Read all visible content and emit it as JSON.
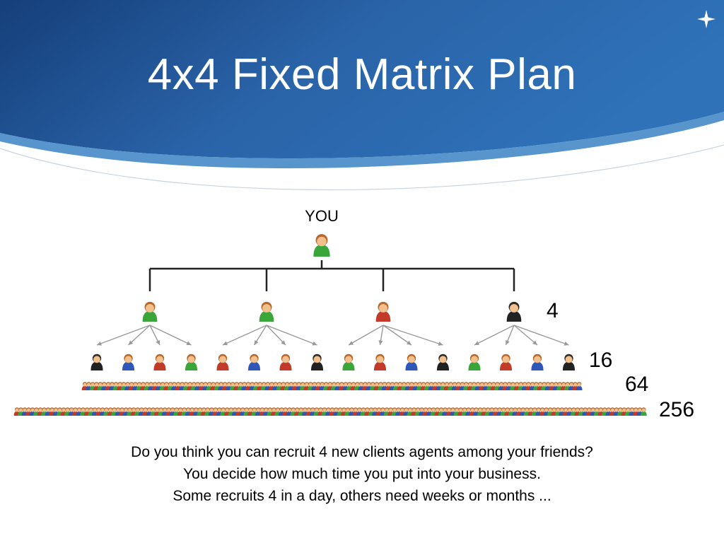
{
  "slide": {
    "title": "4x4 Fixed Matrix Plan"
  },
  "diagram": {
    "root_label": "YOU",
    "level_counts": [
      "4",
      "16",
      "64",
      "256"
    ],
    "colors": {
      "green": "#3aa63a",
      "red": "#c23a2a",
      "blue": "#2f57b8",
      "black": "#222222",
      "skin": "#f1c08c",
      "hair": "#b8662a"
    },
    "level1_colors": [
      "green",
      "green",
      "red",
      "black"
    ],
    "level2_colors": [
      "black",
      "blue",
      "red",
      "green",
      "red",
      "blue",
      "red",
      "black",
      "green",
      "red",
      "blue",
      "black",
      "green",
      "red",
      "blue",
      "black"
    ]
  },
  "description": {
    "lines": [
      "Do you think you can recruit 4 new clients agents among your friends?",
      "You decide how much time you put into your business.",
      "Some recruits 4 in a day, others need weeks or months ..."
    ]
  },
  "icons": [
    "person-icon",
    "star-logo-icon"
  ]
}
